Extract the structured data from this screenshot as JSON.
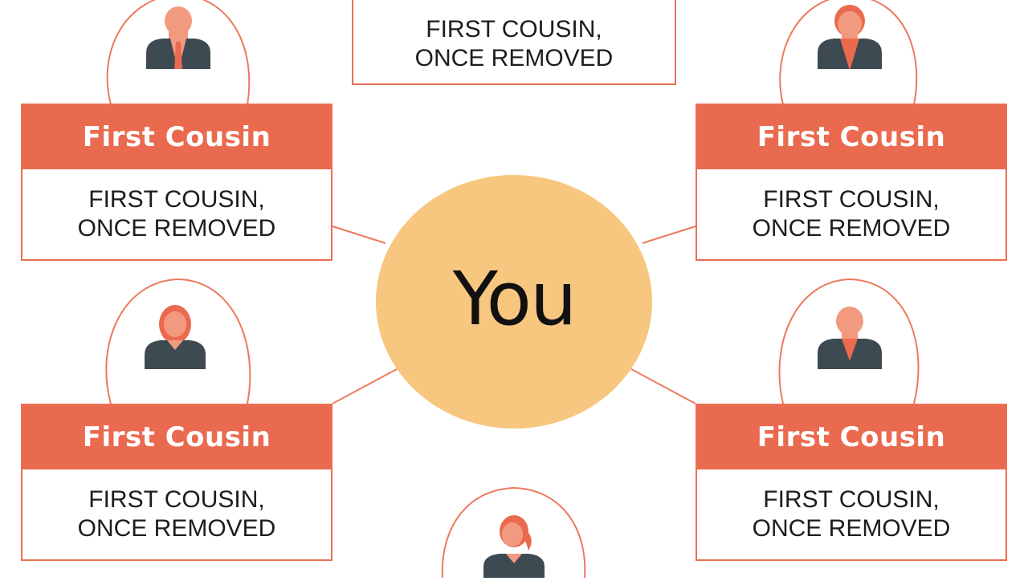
{
  "center": {
    "label": "You"
  },
  "top_box": {
    "line1": "FIRST COUSIN,",
    "line2": "ONCE REMOVED"
  },
  "cards": [
    {
      "title": "First Cousin",
      "line1": "FIRST COUSIN,",
      "line2": "ONCE REMOVED"
    },
    {
      "title": "First Cousin",
      "line1": "FIRST COUSIN,",
      "line2": "ONCE REMOVED"
    },
    {
      "title": "First Cousin",
      "line1": "FIRST COUSIN,",
      "line2": "ONCE REMOVED"
    },
    {
      "title": "First Cousin",
      "line1": "FIRST COUSIN,",
      "line2": "ONCE REMOVED"
    }
  ],
  "icons": [
    "person-male-icon",
    "person-male-icon",
    "person-female-icon",
    "person-male-icon",
    "person-female-icon"
  ],
  "colors": {
    "accent": "#ea6a4f",
    "center_fill": "#f7c77f",
    "person_body": "#3e4a52",
    "person_skin": "#f29a80"
  }
}
